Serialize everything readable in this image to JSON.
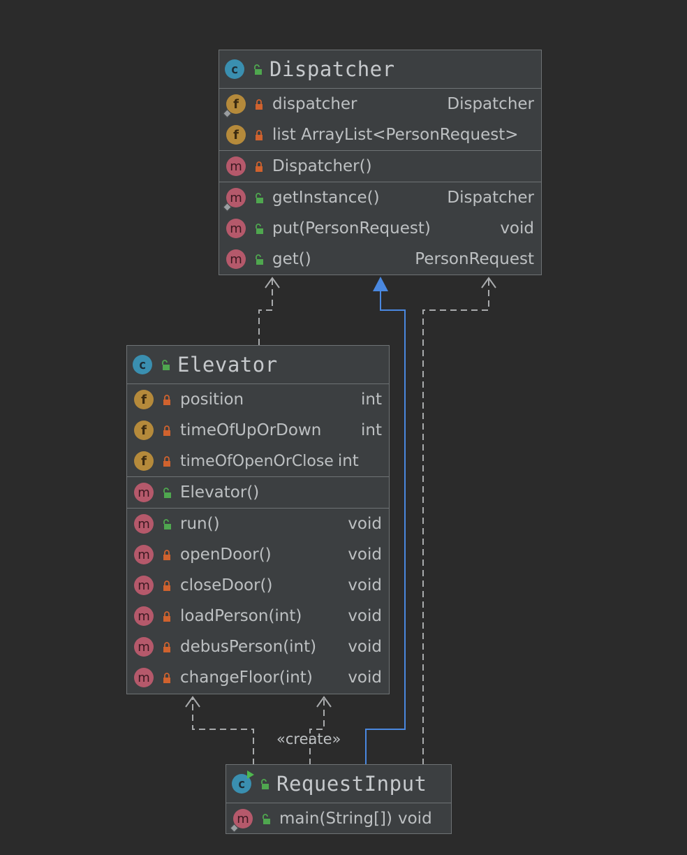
{
  "classes": {
    "dispatcher": {
      "name": "Dispatcher",
      "fields": [
        {
          "name": "dispatcher",
          "type": "Dispatcher",
          "visibility": "private",
          "static": true
        },
        {
          "name": "list ArrayList<PersonRequest>",
          "type": "",
          "visibility": "private",
          "static": false
        }
      ],
      "constructors": [
        {
          "name": "Dispatcher()",
          "type": "",
          "visibility": "private"
        }
      ],
      "methods": [
        {
          "name": "getInstance()",
          "type": "Dispatcher",
          "visibility": "public",
          "static": true
        },
        {
          "name": "put(PersonRequest)",
          "type": "void",
          "visibility": "public",
          "static": false
        },
        {
          "name": "get()",
          "type": "PersonRequest",
          "visibility": "public",
          "static": false
        }
      ]
    },
    "elevator": {
      "name": "Elevator",
      "fields": [
        {
          "name": "position",
          "type": "int",
          "visibility": "private"
        },
        {
          "name": "timeOfUpOrDown",
          "type": "int",
          "visibility": "private"
        },
        {
          "name": "timeOfOpenOrClose",
          "type": "int",
          "visibility": "private"
        }
      ],
      "constructors": [
        {
          "name": "Elevator()",
          "type": "",
          "visibility": "public"
        }
      ],
      "methods": [
        {
          "name": "run()",
          "type": "void",
          "visibility": "public"
        },
        {
          "name": "openDoor()",
          "type": "void",
          "visibility": "private"
        },
        {
          "name": "closeDoor()",
          "type": "void",
          "visibility": "private"
        },
        {
          "name": "loadPerson(int)",
          "type": "void",
          "visibility": "private"
        },
        {
          "name": "debusPerson(int)",
          "type": "void",
          "visibility": "private"
        },
        {
          "name": "changeFloor(int)",
          "type": "void",
          "visibility": "private"
        }
      ]
    },
    "request_input": {
      "name": "RequestInput",
      "methods": [
        {
          "name": "main(String[])",
          "type": "void",
          "visibility": "public",
          "static": true
        }
      ]
    }
  },
  "relations": {
    "create_label": "«create»"
  },
  "colors": {
    "background": "#2b2b2b",
    "box": "#3c3f41",
    "border": "#6f7375",
    "dependency": "#a9abad",
    "inheritance": "#4a88e0",
    "public_lock": "#4fa74f",
    "private_lock": "#d0622e"
  },
  "icons": {
    "class": "class-icon",
    "field": "field-icon",
    "method": "method-icon",
    "public": "unlocked-icon",
    "private": "locked-icon"
  }
}
